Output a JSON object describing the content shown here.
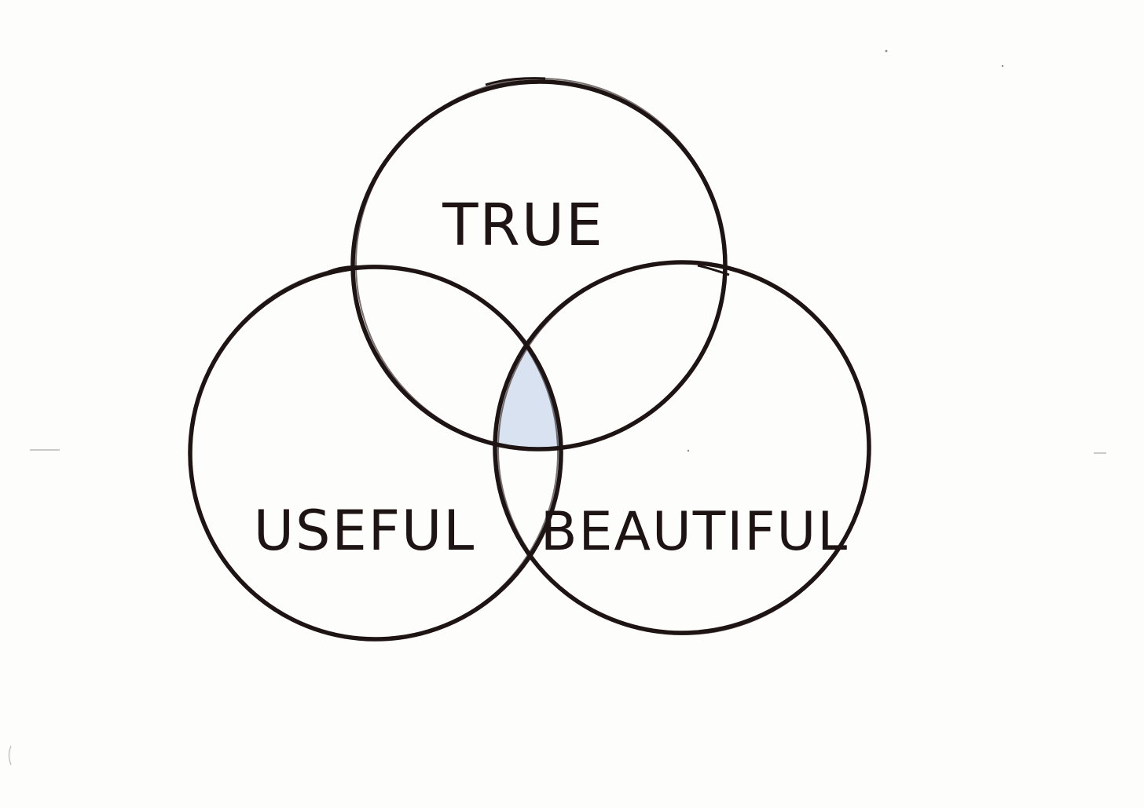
{
  "diagram": {
    "type": "venn",
    "sets": [
      {
        "id": "true",
        "label": "TRUE"
      },
      {
        "id": "useful",
        "label": "USEFUL"
      },
      {
        "id": "beautiful",
        "label": "BEAUTIFUL"
      }
    ],
    "highlighted_intersection": [
      "true",
      "useful",
      "beautiful"
    ],
    "colors": {
      "background": "#fdfdfb",
      "ink": "#1e1414",
      "intersection_fill": "#d9e2f0"
    }
  }
}
